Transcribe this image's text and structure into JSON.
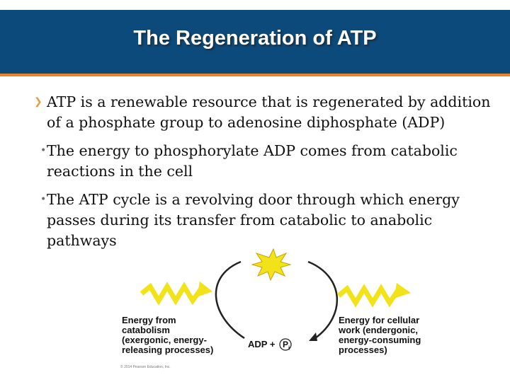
{
  "slide": {
    "title": "The Regeneration of ATP",
    "bullets": [
      "ATP is a renewable resource that is regenerated by addition of a phosphate group to adenosine diphosphate (ADP)",
      "The energy to phosphorylate ADP comes from catabolic reactions in the cell",
      "The ATP cycle is a revolving door through which energy passes during its transfer from catabolic to anabolic pathways"
    ],
    "colors": {
      "title_bg": "#0b4a7a",
      "accent": "#e9822b",
      "arrow_yellow": "#f2e21a"
    }
  },
  "figure": {
    "left_caption": [
      "Energy from",
      "catabolism",
      "(exergonic, energy-",
      "releasing processes)"
    ],
    "right_caption": [
      "Energy for cellular",
      "work (endergonic,",
      "energy-consuming",
      "processes)"
    ],
    "bottom_left": "ADP +",
    "pi_symbol": "P",
    "pi_sub": "i",
    "copyright": "© 2014 Pearson Education, Inc."
  }
}
